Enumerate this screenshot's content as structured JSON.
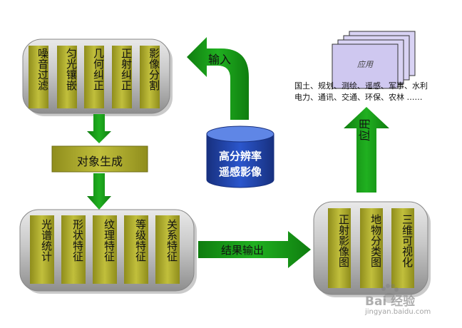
{
  "preprocess": [
    "噪音过滤",
    "匀光镶嵌",
    "几何纠正",
    "正射纠正",
    "影像分割"
  ],
  "object_gen": "对象生成",
  "features": [
    "光谱统计",
    "形状特征",
    "纹理特征",
    "等级特征",
    "关系特征"
  ],
  "outputs": [
    "正射影像图",
    "地物分类图",
    "三维可视化"
  ],
  "input_label": "输入",
  "image_label_1": "高分辨率",
  "image_label_2": "遥感影像",
  "result_label": "结果输出",
  "apply_label": "应用",
  "doc_title": "应用",
  "apply_line1": "国土、规划、测绘、遥感、军事、水利",
  "apply_line2": "电力、通讯、交通、环保、农林 ……",
  "watermark_main": "Bai 经验",
  "watermark_url": "jingyan.baidu.com",
  "colors": {
    "olive": "#a7a62a",
    "arrow": "#149414",
    "db": "#1f3fa6",
    "panel": "#b8b8b8"
  }
}
